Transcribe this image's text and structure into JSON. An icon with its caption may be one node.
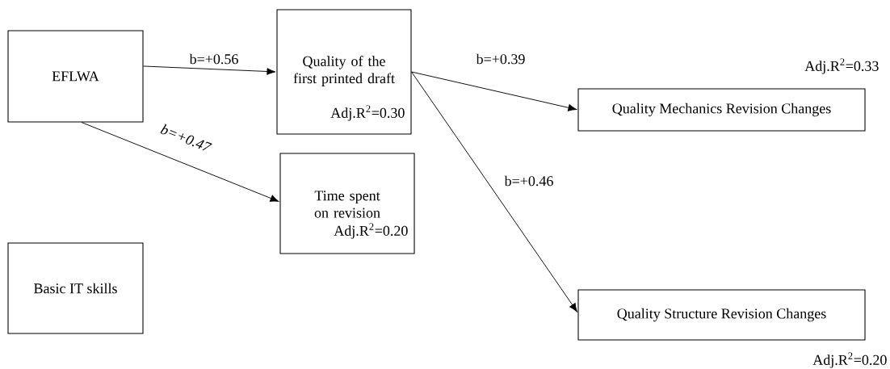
{
  "diagram": {
    "nodes": [
      {
        "text": [
          "EFLWA"
        ]
      },
      {
        "text": [
          "Quality of the first printed draft",
          "Adj.R$^{2}$=0.30"
        ]
      },
      {
        "text": [
          "Time spent on revision",
          "Adj.R$^{2}$=0.20"
        ]
      },
      {
        "text": [
          "Basic IT skills"
        ]
      },
      {
        "text": [
          "Quality Mechanics Revision Changes"
        ],
        "beside": [
          "Adj.R$^{2}$=0.33"
        ]
      },
      {
        "text": [
          "Quality Structure Revision Changes"
        ],
        "beside": [
          "Adj.R$^{2}$=0.20"
        ]
      }
    ],
    "edges": [
      {
        "from": 0,
        "to": 1,
        "arrow": "to",
        "label": "b=+0.56"
      },
      {
        "from": 0,
        "to": 2,
        "arrow": "to",
        "label": "b=+0.47"
      },
      {
        "from": 1,
        "to": 4,
        "arrow": "to",
        "label": "b=+0.39"
      },
      {
        "from": 1,
        "to": 5,
        "arrow": "to",
        "label": "b=+0.46"
      }
    ]
  }
}
